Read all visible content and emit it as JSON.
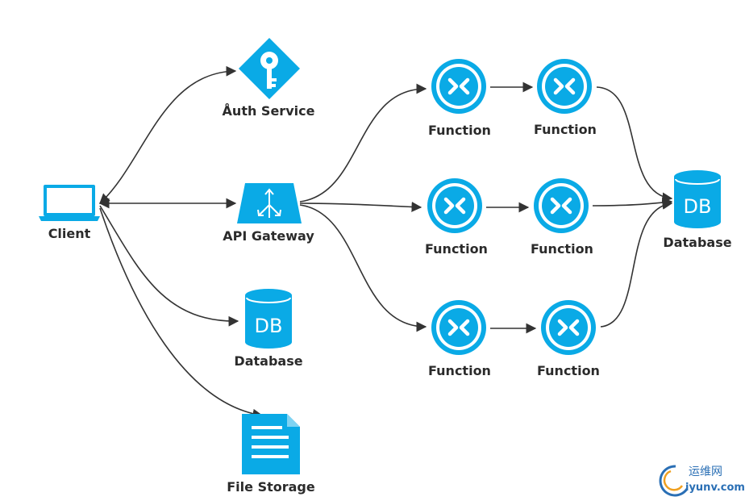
{
  "nodes": {
    "client": "Client",
    "auth": "Åuth Service",
    "gateway": "API Gateway",
    "db_left": "Database",
    "file_storage": "File Storage",
    "fn": [
      "Function",
      "Function",
      "Function",
      "Function",
      "Function",
      "Function"
    ],
    "db_right": "Database",
    "db_icon_text": "DB"
  },
  "watermark": {
    "line1": "运维网",
    "line2": "iyunv.com"
  },
  "colors": {
    "icon": "#0aaae6",
    "edge": "#333333",
    "label": "#2b2b2b"
  }
}
